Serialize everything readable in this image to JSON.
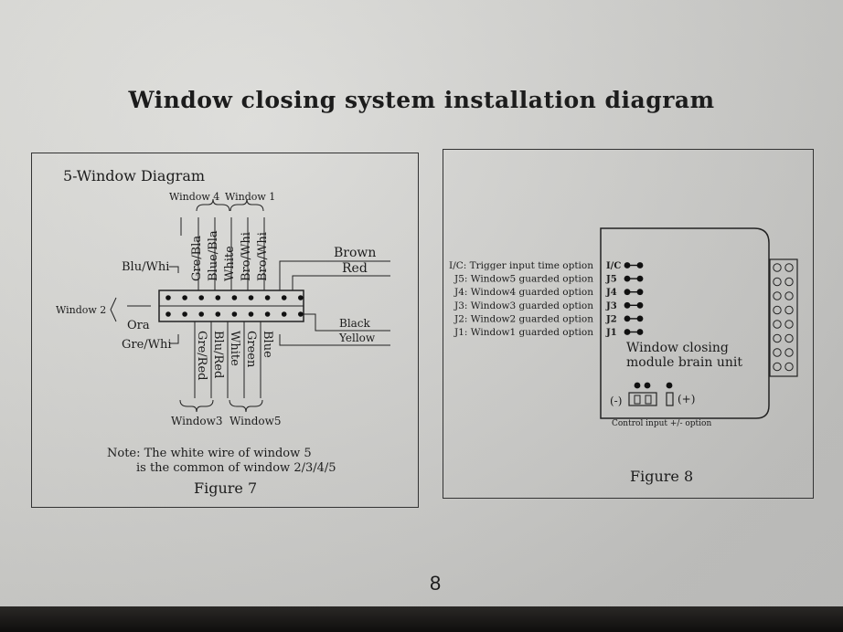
{
  "page_title": "Window closing system installation diagram",
  "page_number": "8",
  "figure7": {
    "heading": "5-Window Diagram",
    "top_groups": [
      "Window 4",
      "Window 1"
    ],
    "bottom_groups": [
      "Window3",
      "Window5"
    ],
    "left_labels": {
      "top": "Blu/Whi",
      "group": "Window 2",
      "middle": "Ora",
      "bottom": "Gre/Whi"
    },
    "top_wires": [
      "Gre/Bla",
      "Blue/Bla",
      "White",
      "Bro/Whi",
      "Bro/Whi"
    ],
    "bottom_wires": [
      "Gre/Red",
      "Blu/Red",
      "White",
      "Green",
      "Blue"
    ],
    "right_wires": [
      "Brown",
      "Red",
      "Black",
      "Yellow"
    ],
    "note_line1": "Note: The white wire of window 5",
    "note_line2": "is the common of window 2/3/4/5",
    "caption": "Figure 7"
  },
  "figure8": {
    "options": [
      {
        "desc": "I/C: Trigger input time option",
        "pin": "I/C"
      },
      {
        "desc": "J5: Window5 guarded option",
        "pin": "J5"
      },
      {
        "desc": "J4: Window4 guarded option",
        "pin": "J4"
      },
      {
        "desc": "J3: Window3 guarded option",
        "pin": "J3"
      },
      {
        "desc": "J2: Window2 guarded option",
        "pin": "J2"
      },
      {
        "desc": "J1: Window1 guarded option",
        "pin": "J1"
      }
    ],
    "module_line1": "Window closing",
    "module_line2": "module brain unit",
    "minus_label": "(-)",
    "plus_label": "(+)",
    "control_label": "Control input +/-  option",
    "caption": "Figure 8"
  }
}
